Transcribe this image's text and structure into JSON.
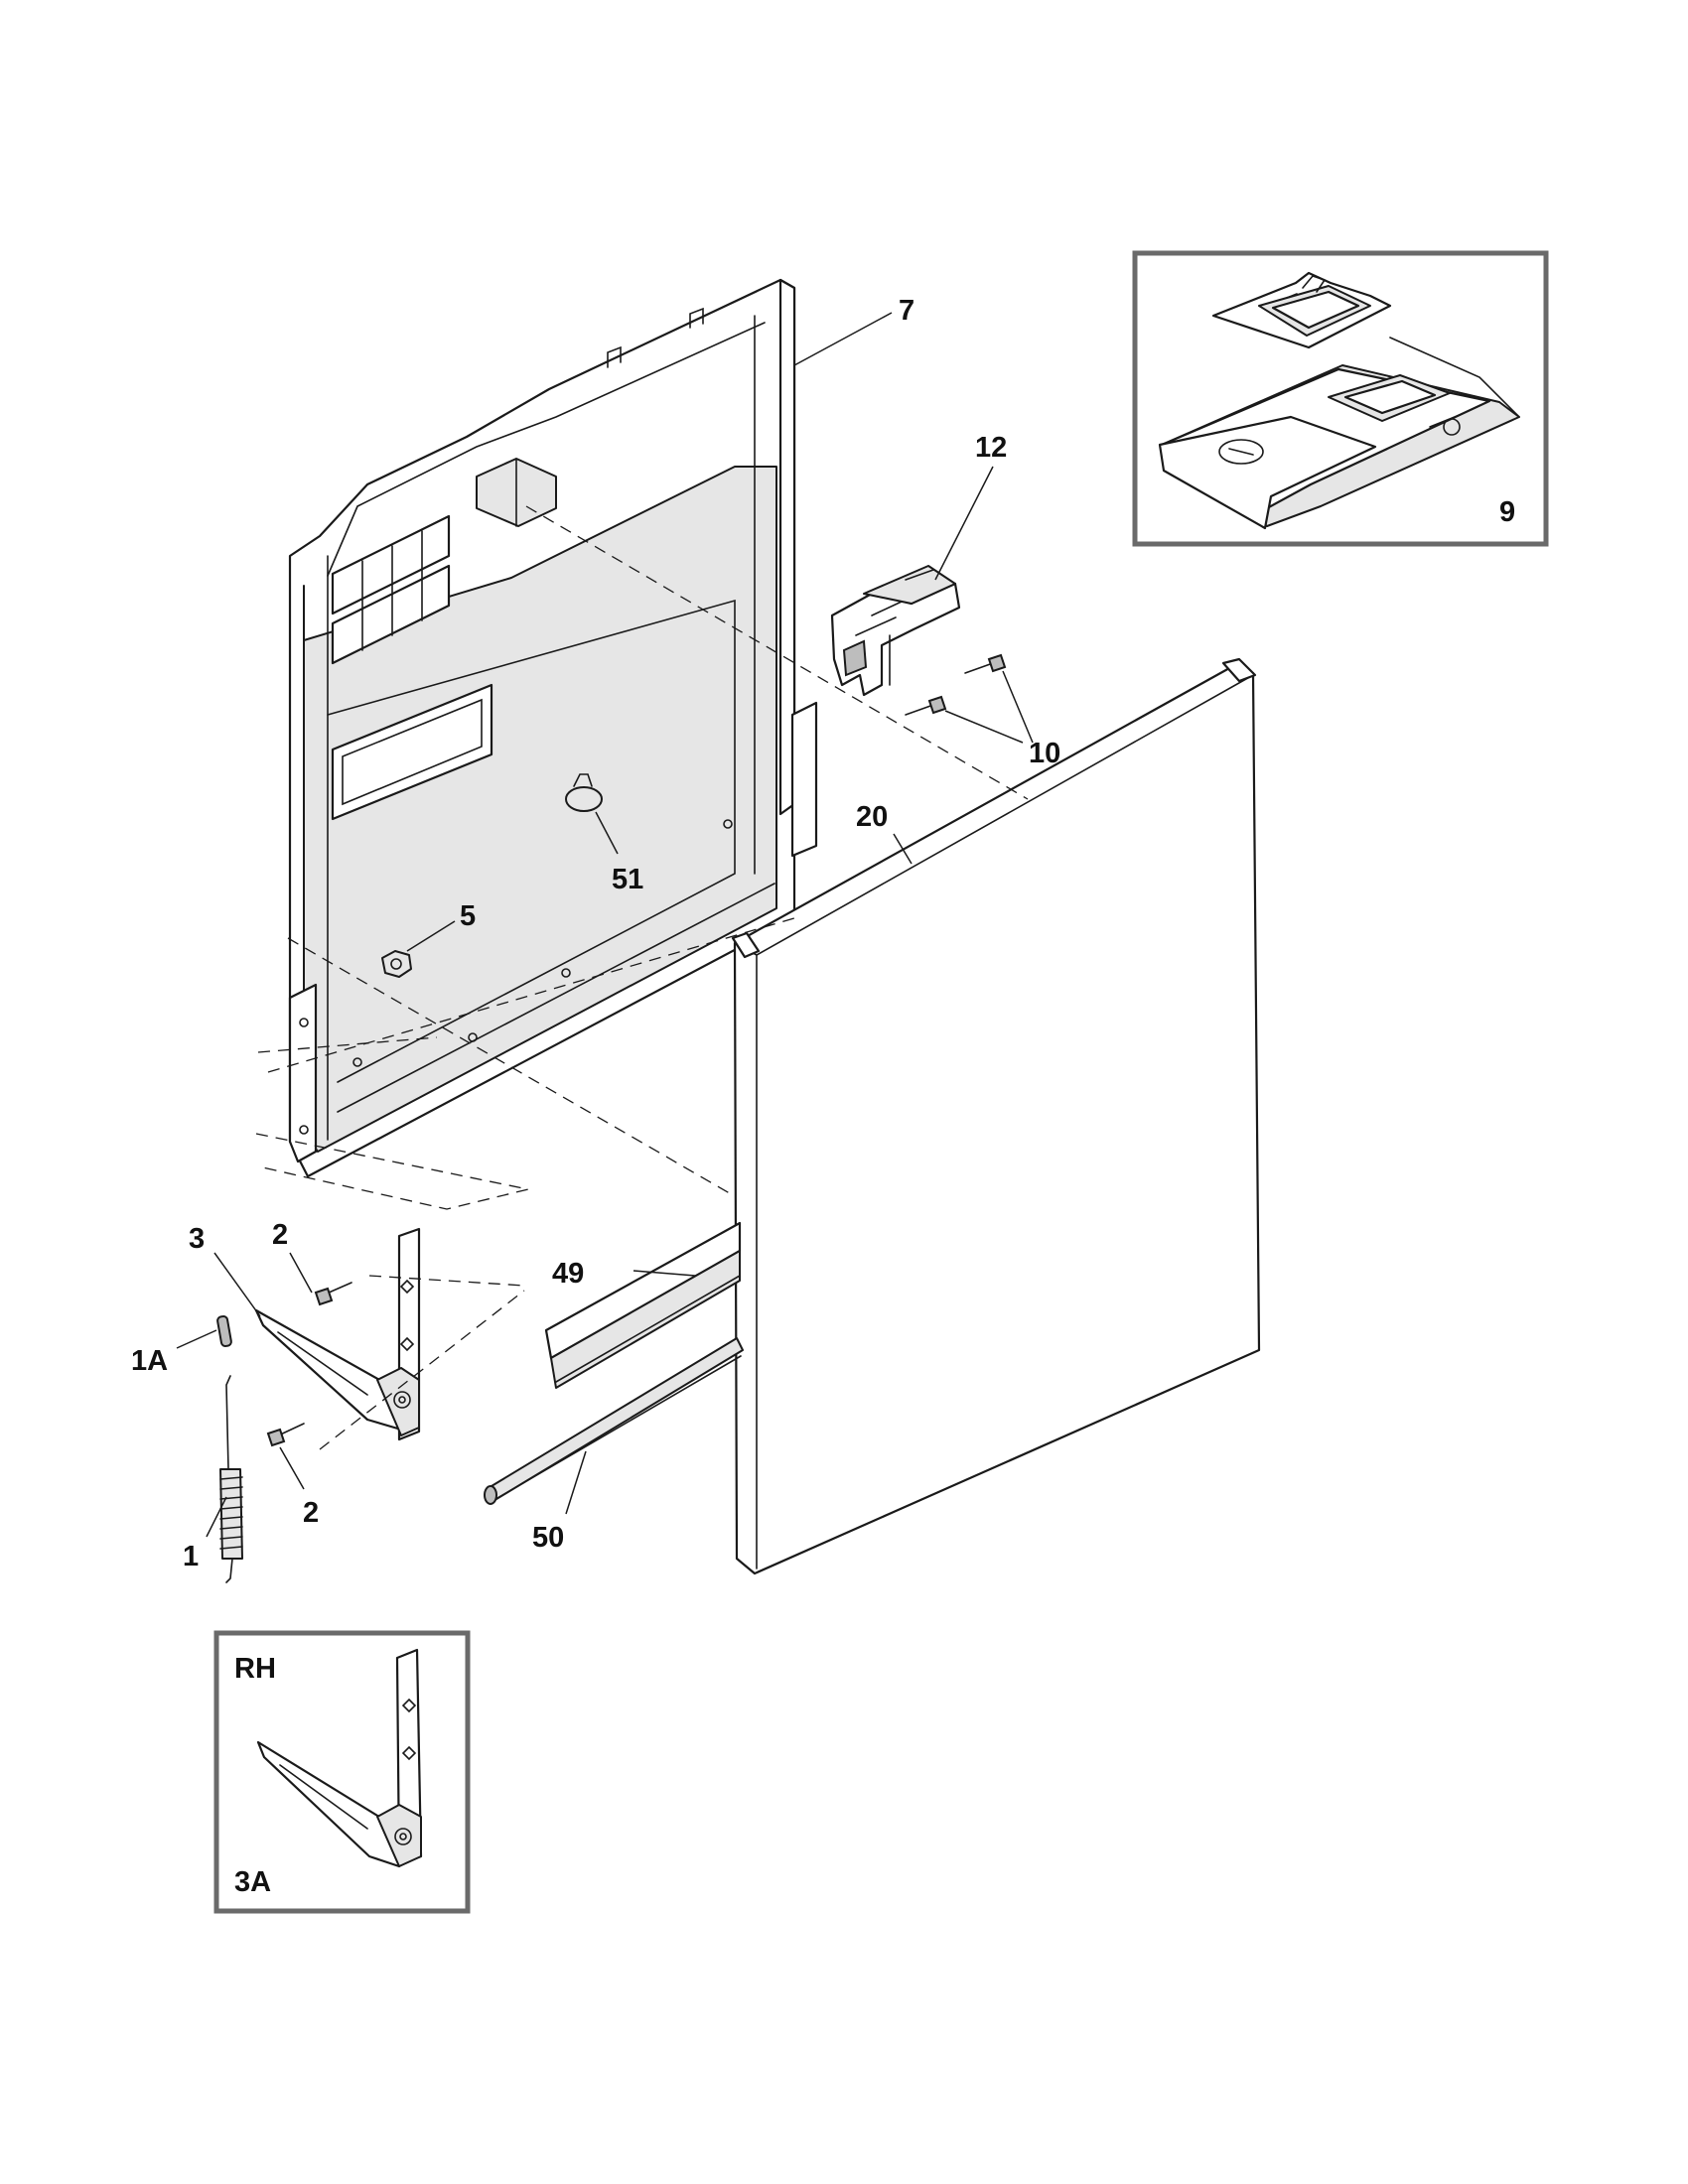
{
  "callouts": {
    "c7": "7",
    "c12": "12",
    "c10": "10",
    "c20": "20",
    "c51": "51",
    "c5": "5",
    "c9": "9",
    "c2a": "2",
    "c2b": "2",
    "c3": "3",
    "c1a": "1A",
    "c1": "1",
    "c49": "49",
    "c50": "50",
    "rh": "RH",
    "c3a": "3A"
  },
  "parts": {
    "inner_door": "7",
    "door_latch": "12",
    "screws": "10",
    "outer_door_panel": "20",
    "plug": "51",
    "nut": "5",
    "detergent_dispenser": "9",
    "hinge_screws": "2",
    "hinge_lh": "3",
    "hinge_rh": "3A",
    "cable_link": "1A",
    "hinge_spring": "1",
    "bottom_trim": "49",
    "door_gasket": "50"
  }
}
